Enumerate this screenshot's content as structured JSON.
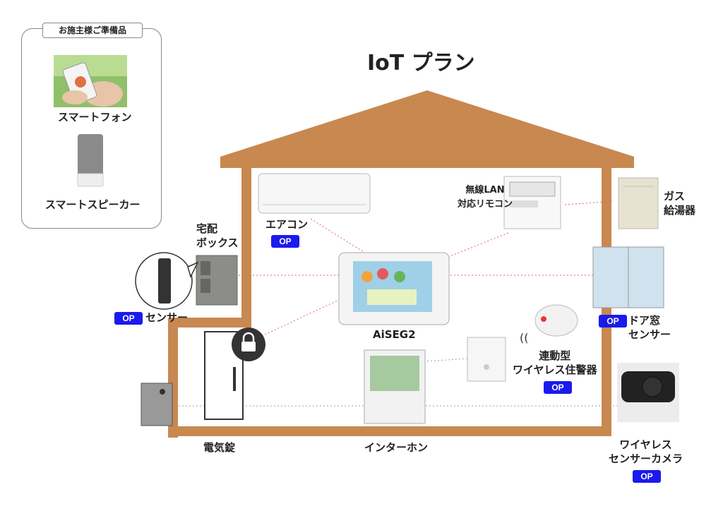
{
  "title": "IoT プラン",
  "owner_section": {
    "title": "お施主様ご準備品",
    "smartphone_label": "スマートフォン",
    "speaker_label": "スマートスピーカー"
  },
  "devices": {
    "aircon": "エアコン",
    "remote": "無線LAN\n対応リモコン",
    "gas_heater": "ガス\n給湯器",
    "delivery_box": "宅配\nボックス",
    "sensor": "センサー",
    "aiseg": "AiSEG2",
    "door_window_sensor": "ドア窓\nセンサー",
    "smoke_alarm": "連動型\nワイヤレス住警器",
    "electric_lock": "電気錠",
    "intercom": "インターホン",
    "camera": "ワイヤレス\nセンサーカメラ"
  },
  "op_badge": "OP",
  "colors": {
    "house": "#c88850",
    "op": "#1a1aee",
    "link_red": "#d66",
    "link_blue": "#8ab"
  }
}
